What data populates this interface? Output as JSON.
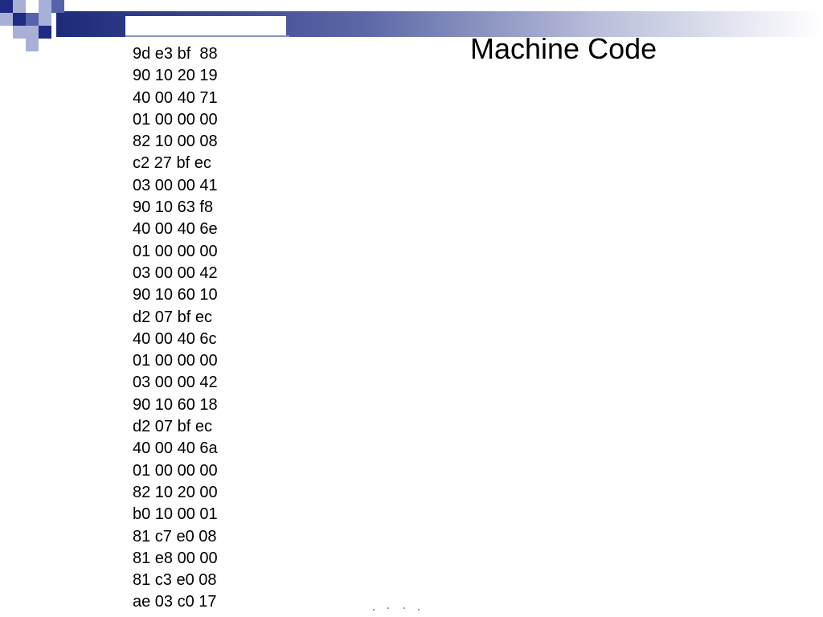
{
  "slide": {
    "title": "Machine Code"
  },
  "code_lines": [
    "9d e3 bf  88",
    "90 10 20 19",
    "40 00 40 71",
    "01 00 00 00",
    "82 10 00 08",
    "c2 27 bf ec",
    "03 00 00 41",
    "90 10 63 f8",
    "40 00 40 6e",
    "01 00 00 00",
    "03 00 00 42",
    "90 10 60 10",
    "d2 07 bf ec",
    "40 00 40 6c",
    "01 00 00 00",
    "03 00 00 42",
    "90 10 60 18",
    "d2 07 bf ec",
    "40 00 40 6a",
    "01 00 00 00",
    "82 10 20 00",
    "b0 10 00 01",
    "81 c7 e0 08",
    "81 e8 00 00",
    "81 c3 e0 08",
    "ae 03 c0 17"
  ],
  "theme": {
    "accent_dark": "#1f2a82",
    "accent_mid": "#5563ad",
    "accent_light": "#a9b0d8"
  }
}
